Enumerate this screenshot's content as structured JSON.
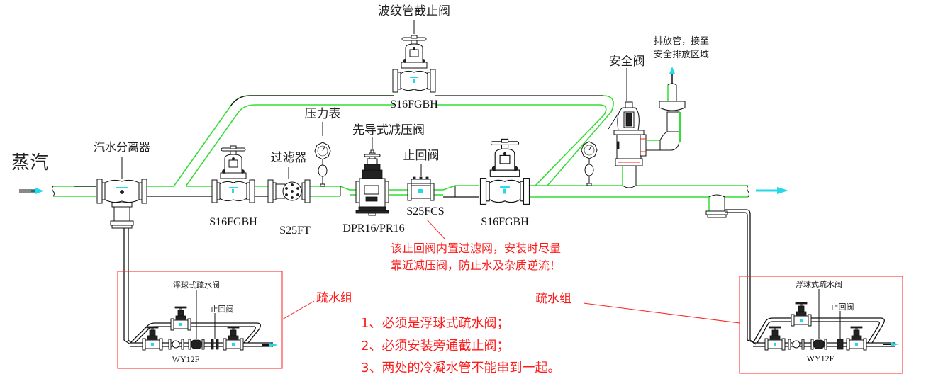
{
  "diagram": {
    "inlet_label": "蒸汽",
    "colors": {
      "steam_pipe": "#33dd33",
      "flow_arrow": "#27d8e8",
      "annotation": "#ff1a1a",
      "outline": "#111111"
    },
    "components": {
      "separator": {
        "name": "汽水分离器"
      },
      "bellows_valve_bypass": {
        "name": "波纹管截止阀",
        "model": "S16FGBH"
      },
      "globe_valve_inlet": {
        "model": "S16FGBH"
      },
      "strainer": {
        "name": "过滤器",
        "model": "S25FT"
      },
      "pressure_gauge": {
        "name": "压力表"
      },
      "prv": {
        "name": "先导式减压阀",
        "model": "DPR16/PR16"
      },
      "check_valve": {
        "name": "止回阀",
        "model": "S25FCS"
      },
      "globe_valve_outlet": {
        "model": "S16FGBH"
      },
      "safety_valve": {
        "name": "安全阀"
      },
      "discharge_note": {
        "line1": "排放管，接至",
        "line2": "安全排放区域"
      }
    },
    "check_valve_note": {
      "line1": "该止回阀内置过滤网，安装时尽量",
      "line2": "靠近减压阀，防止水及杂质逆流！"
    },
    "drain_groups": [
      {
        "label": "疏水组",
        "trap_label": "浮球式疏水阀",
        "check_label": "止回阀",
        "model": "WY12F"
      },
      {
        "label": "疏水组",
        "trap_label": "浮球式疏水阀",
        "check_label": "止回阀",
        "model": "WY12F"
      }
    ],
    "requirements": [
      "1、必须是浮球式疏水阀；",
      "2、必须安装旁通截止阀；",
      "3、两处的冷凝水管不能串到一起。"
    ]
  }
}
